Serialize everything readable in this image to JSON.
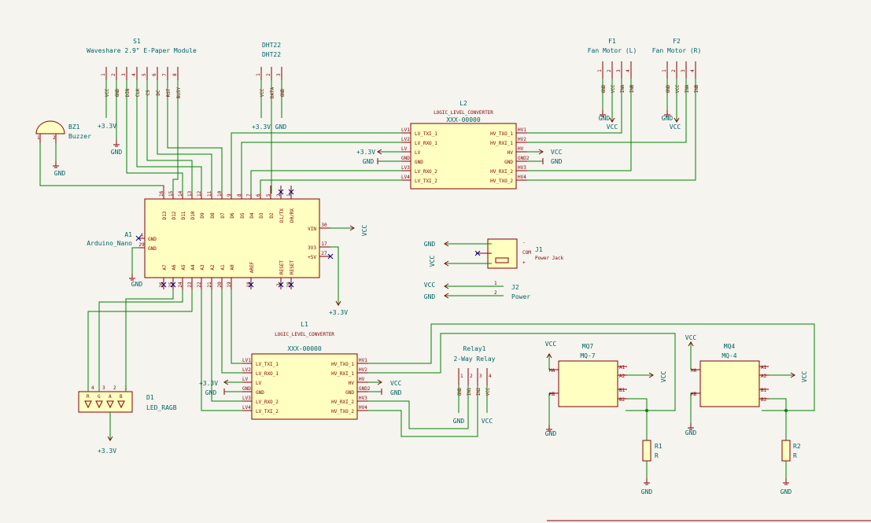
{
  "schematic": {
    "s1": {
      "ref": "S1",
      "value": "Waveshare 2.9\" E-Paper Module",
      "pins": [
        {
          "num": "1",
          "name": "VCC"
        },
        {
          "num": "2",
          "name": "GND"
        },
        {
          "num": "3",
          "name": "DIN"
        },
        {
          "num": "4",
          "name": "CLK"
        },
        {
          "num": "5",
          "name": "CS"
        },
        {
          "num": "6",
          "name": "DC"
        },
        {
          "num": "7",
          "name": "RST"
        },
        {
          "num": "8",
          "name": "BUSY"
        }
      ]
    },
    "dht": {
      "ref": "DHT22",
      "value": "DHT22",
      "pins": [
        {
          "num": "1",
          "name": "VCC"
        },
        {
          "num": "2",
          "name": "DATA"
        },
        {
          "num": "3",
          "name": "GND"
        }
      ]
    },
    "bz1": {
      "ref": "BZ1",
      "value": "Buzzer"
    },
    "f1": {
      "ref": "F1",
      "value": "Fan Motor (L)",
      "pins": [
        {
          "num": "1",
          "name": "GND"
        },
        {
          "num": "2",
          "name": "VCC"
        },
        {
          "num": "3",
          "name": "INA"
        },
        {
          "num": "4",
          "name": "INB"
        }
      ]
    },
    "f2": {
      "ref": "F2",
      "value": "Fan Motor (R)",
      "pins": [
        {
          "num": "1",
          "name": "GND"
        },
        {
          "num": "2",
          "name": "VCC"
        },
        {
          "num": "3",
          "name": "INA"
        },
        {
          "num": "4",
          "name": "INB"
        }
      ]
    },
    "l2": {
      "ref": "L2",
      "value": "LOGIC_LEVEL_CONVERTER",
      "part": "XXX-00000",
      "left": [
        {
          "net": "LV1",
          "name": "LV_TXI_1"
        },
        {
          "net": "LV2",
          "name": "LV_RXO_1"
        },
        {
          "net": "LV",
          "name": "LV"
        },
        {
          "net": "GND",
          "name": "GND"
        },
        {
          "net": "LV3",
          "name": "LV_RXO_2"
        },
        {
          "net": "LV4",
          "name": "LV_TXI_2"
        }
      ],
      "right": [
        {
          "net": "HV1",
          "name": "HV_TXO_1"
        },
        {
          "net": "HV2",
          "name": "HV_RXI_1"
        },
        {
          "net": "HV",
          "name": "HV"
        },
        {
          "net": "GND2",
          "name": "GND"
        },
        {
          "net": "HV3",
          "name": "HV_RXI_2"
        },
        {
          "net": "HV4",
          "name": "HV_TXO_2"
        }
      ]
    },
    "l1": {
      "ref": "L1",
      "value": "LOGIC_LEVEL_CONVERTER",
      "part": "XXX-00000",
      "left": [
        {
          "net": "LV1",
          "name": "LV_TXI_1"
        },
        {
          "net": "LV2",
          "name": "LV_RXO_1"
        },
        {
          "net": "LV",
          "name": "LV"
        },
        {
          "net": "GND",
          "name": "GND"
        },
        {
          "net": "LV3",
          "name": "LV_RXO_2"
        },
        {
          "net": "LV4",
          "name": "LV_TXI_2"
        }
      ],
      "right": [
        {
          "net": "HV1",
          "name": "HV_TXO_1"
        },
        {
          "net": "HV2",
          "name": "HV_RXI_1"
        },
        {
          "net": "HV",
          "name": "HV"
        },
        {
          "net": "GND2",
          "name": "GND"
        },
        {
          "net": "HV3",
          "name": "HV_RXI_2"
        },
        {
          "net": "HV4",
          "name": "HV_TXO_2"
        }
      ]
    },
    "a1": {
      "ref": "A1",
      "value": "Arduino_Nano",
      "top": [
        {
          "num": "16",
          "name": "D13"
        },
        {
          "num": "15",
          "name": "D12"
        },
        {
          "num": "14",
          "name": "D11"
        },
        {
          "num": "13",
          "name": "D10"
        },
        {
          "num": "12",
          "name": "D9"
        },
        {
          "num": "11",
          "name": "D8"
        },
        {
          "num": "10",
          "name": "D7"
        },
        {
          "num": "9",
          "name": "D6"
        },
        {
          "num": "8",
          "name": "D5"
        },
        {
          "num": "7",
          "name": "D4"
        },
        {
          "num": "6",
          "name": "D3"
        },
        {
          "num": "5",
          "name": "D2"
        },
        {
          "num": "2",
          "name": "D1/TX"
        },
        {
          "num": "1",
          "name": "D0/RX"
        }
      ],
      "bottom": [
        {
          "num": "26",
          "name": "A7"
        },
        {
          "num": "25",
          "name": "A6"
        },
        {
          "num": "24",
          "name": "A5"
        },
        {
          "num": "23",
          "name": "A4"
        },
        {
          "num": "22",
          "name": "A3"
        },
        {
          "num": "21",
          "name": "A2"
        },
        {
          "num": "20",
          "name": "A1"
        },
        {
          "num": "19",
          "name": "A0"
        },
        {
          "num": "18",
          "name": "AREF"
        },
        {
          "num": "3",
          "name": "RESET"
        },
        {
          "num": "28",
          "name": "RESET"
        }
      ],
      "left": [
        {
          "num": "4",
          "name": "GND"
        },
        {
          "num": "29",
          "name": "GND"
        }
      ],
      "right": [
        {
          "num": "30",
          "name": "VIN"
        },
        {
          "num": "17",
          "name": "3V3"
        },
        {
          "num": "27",
          "name": "+5V"
        }
      ]
    },
    "j1": {
      "ref": "J1",
      "value": "Power Jack",
      "pins": [
        "-",
        "COM",
        "+"
      ]
    },
    "j2": {
      "ref": "J2",
      "value": "Power",
      "pins": [
        "1",
        "2"
      ]
    },
    "d1": {
      "ref": "D1",
      "value": "LED_RAGB",
      "pins": [
        {
          "num": "4",
          "name": "R"
        },
        {
          "num": "3",
          "name": "G"
        },
        {
          "num": "2",
          "name": "A"
        },
        {
          "num": "1",
          "name": "B"
        }
      ]
    },
    "relay1": {
      "ref": "Relay1",
      "value": "2-Way Relay",
      "pins": [
        {
          "num": "1",
          "name": "GND"
        },
        {
          "num": "2",
          "name": "IN1"
        },
        {
          "num": "3",
          "name": "IN2"
        },
        {
          "num": "4",
          "name": "VCC"
        }
      ]
    },
    "mq7": {
      "ref": "MQ7",
      "value": "MQ-7",
      "pins": [
        "HA",
        "HB",
        "A1",
        "A2",
        "B1",
        "B2"
      ]
    },
    "mq4": {
      "ref": "MQ4",
      "value": "MQ-4",
      "pins": [
        "HA",
        "HB",
        "A1",
        "A2",
        "B1",
        "B2"
      ]
    },
    "r1": {
      "ref": "R1",
      "value": "R"
    },
    "r2": {
      "ref": "R2",
      "value": "R"
    },
    "power": {
      "v33": "+3.3V",
      "vcc": "VCC",
      "gnd": "GND"
    },
    "colors": {
      "background": "#f5f4ef",
      "body": "#ffffc2",
      "outline": "#840000",
      "wire": "#008400",
      "text": "#006464",
      "noconnect": "#000084"
    }
  }
}
